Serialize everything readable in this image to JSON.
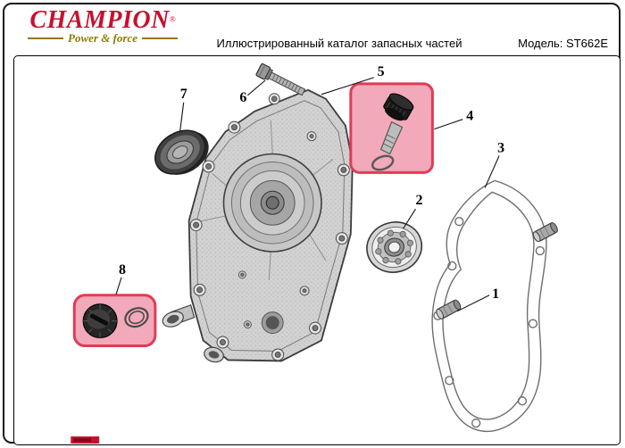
{
  "header": {
    "logo": {
      "brand": "CHAMPION",
      "registered": "®",
      "tagline": "Power & force"
    },
    "title": "Иллюстрированный каталог запасных частей",
    "model": "Модель: ST662E"
  },
  "diagram": {
    "callouts": [
      "1",
      "2",
      "3",
      "4",
      "5",
      "6",
      "7",
      "8"
    ],
    "highlighted_parts": [
      "4",
      "8"
    ],
    "colors": {
      "brand_red": "#c8102e",
      "tagline_gold": "#8f7a00",
      "highlight_fill": "#f2a9ba",
      "highlight_border": "#e23b55"
    }
  }
}
